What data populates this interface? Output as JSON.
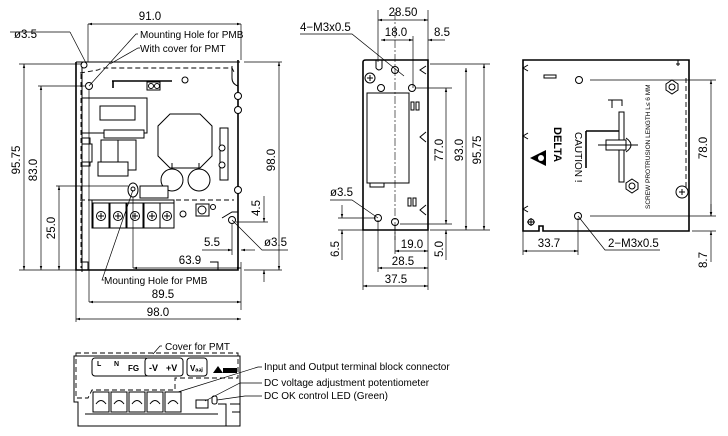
{
  "drawing": {
    "front_view": {
      "dims": {
        "width_top": "91.0",
        "hole_dia_top": "ø3.5",
        "height_outer": "95.75",
        "height_inner": "83.0",
        "height_low": "25.0",
        "height_right": "98.0",
        "offset_right": "4.5",
        "offset_x": "5.5",
        "hole_dia_right": "ø3.5",
        "dist_63": "63.9",
        "dist_89": "89.5",
        "width_bottom": "98.0"
      },
      "callouts": {
        "mounting_hole_top": "Mounting Hole for PMB",
        "cover_pmt": "With cover for PMT",
        "mounting_hole_bottom": "Mounting Hole for PMB"
      }
    },
    "side_view": {
      "dims": {
        "width_top": "28.50",
        "d18": "18.0",
        "d85": "8.5",
        "screws": "4−M3x0.5",
        "h77": "77.0",
        "h93": "93.0",
        "h9575": "95.75",
        "hole_dia": "ø3.5",
        "h65": "6.5",
        "h50": "5.0",
        "w19": "19.0",
        "w285": "28.5",
        "w375": "37.5"
      }
    },
    "back_view": {
      "dims": {
        "h78": "78.0",
        "h87": "8.7",
        "w337": "33.7",
        "screws": "2−M3x0.5"
      },
      "labels": {
        "brand": "DELTA",
        "caution": "CAUTION !",
        "screw_note": "SCREW PROTRUSION LENGTH  L≤ 6 MM"
      }
    },
    "top_view": {
      "callouts": {
        "cover": "Cover for PMT",
        "terminal": "Input and Output terminal block connector",
        "potentiometer": "DC voltage adjustment potentiometer",
        "led": "DC OK control LED (Green)"
      },
      "terminal_labels": {
        "l": "L",
        "n": "N",
        "fg": "FG",
        "minus_v": "-V",
        "plus_v": "+V",
        "vadj": "Vₐₔⱼ"
      }
    }
  }
}
